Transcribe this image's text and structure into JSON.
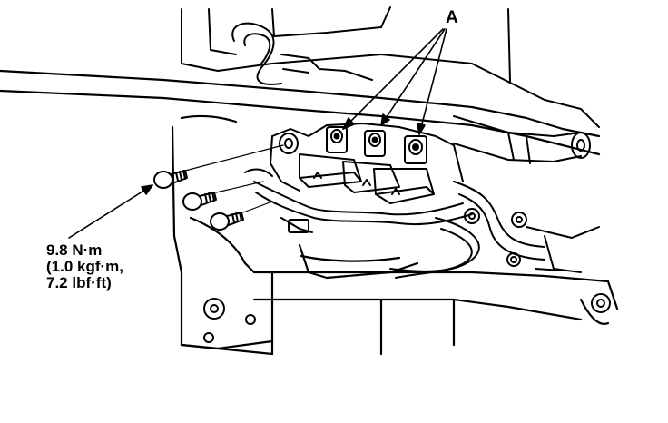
{
  "callouts": {
    "part_letter": "A",
    "torque_line1": "9.8 N·m",
    "torque_line2": "(1.0 kgf·m,",
    "torque_line3": "7.2 lbf·ft)"
  },
  "colors": {
    "ink": "#000000",
    "paper": "#ffffff"
  }
}
